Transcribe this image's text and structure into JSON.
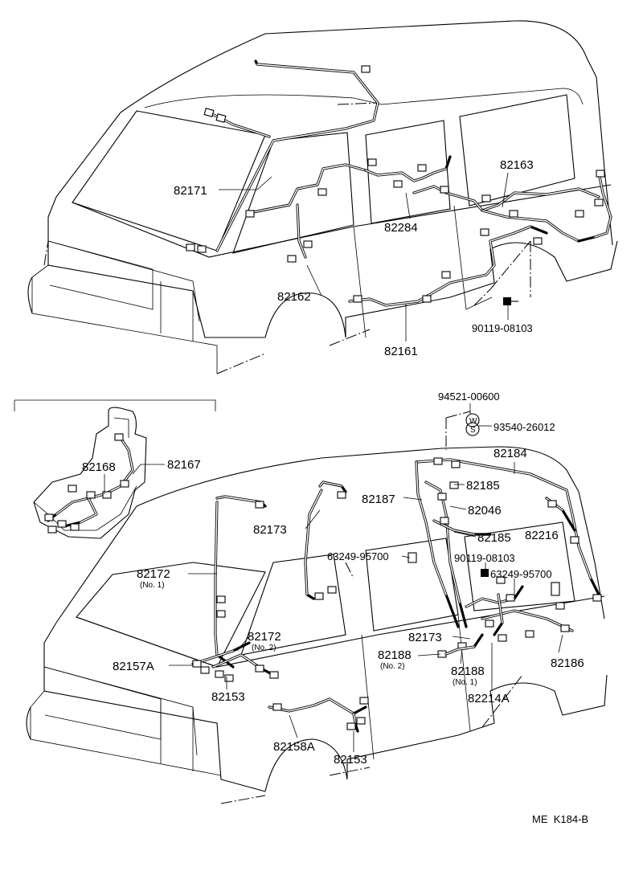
{
  "diagram_code": "ME  K184-B",
  "top_view": {
    "labels": {
      "l82171": "82171",
      "l82284": "82284",
      "l82163": "82163",
      "l82162": "82162",
      "l82161": "82161",
      "l90119_top": "90119-08103"
    }
  },
  "inset": {
    "labels": {
      "l82168": "82168",
      "l82167": "82167"
    }
  },
  "bottom_view": {
    "labels": {
      "l94521": "94521-00600",
      "w_symbol": "W",
      "s_symbol": "S",
      "l93540": "93540-26012",
      "l82184": "82184",
      "l82185_a": "82185",
      "l82187": "82187",
      "l82046": "82046",
      "l82173_a": "82173",
      "l82185_b": "82185",
      "l82216": "82216",
      "l63249_a": "63249-95700",
      "l90119_bot": "90119-08103",
      "l82172_no1": "82172",
      "l82172_no1_sub": "(No. 1)",
      "l63249_b": "63249-95700",
      "l82172_no2": "82172",
      "l82172_no2_sub": "(No. 2)",
      "l82173_b": "82173",
      "l82188_no2": "82188",
      "l82188_no2_sub": "(No. 2)",
      "l82157a": "82157A",
      "l82186": "82186",
      "l82188_no1": "82188",
      "l82188_no1_sub": "(No. 1)",
      "l82153_a": "82153",
      "l82214a": "82214A",
      "l82158a": "82158A",
      "l82153_b": "82153"
    }
  }
}
